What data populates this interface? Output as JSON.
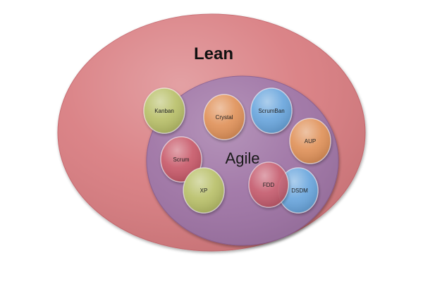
{
  "outer_set": {
    "label": "Lean",
    "color": "#d97e82"
  },
  "inner_set": {
    "label": "Agile",
    "color": "#a076a6"
  },
  "methods": [
    {
      "label": "Kanban",
      "color": "#b9c06a"
    },
    {
      "label": "Crystal",
      "color": "#e0925a"
    },
    {
      "label": "ScrumBan",
      "color": "#6aa6dd"
    },
    {
      "label": "AUP",
      "color": "#e0925a"
    },
    {
      "label": "Scrum",
      "color": "#c85a6a"
    },
    {
      "label": "XP",
      "color": "#b9c06a"
    },
    {
      "label": "FDD",
      "color": "#c85a6a"
    },
    {
      "label": "DSDM",
      "color": "#6aa6dd"
    }
  ]
}
